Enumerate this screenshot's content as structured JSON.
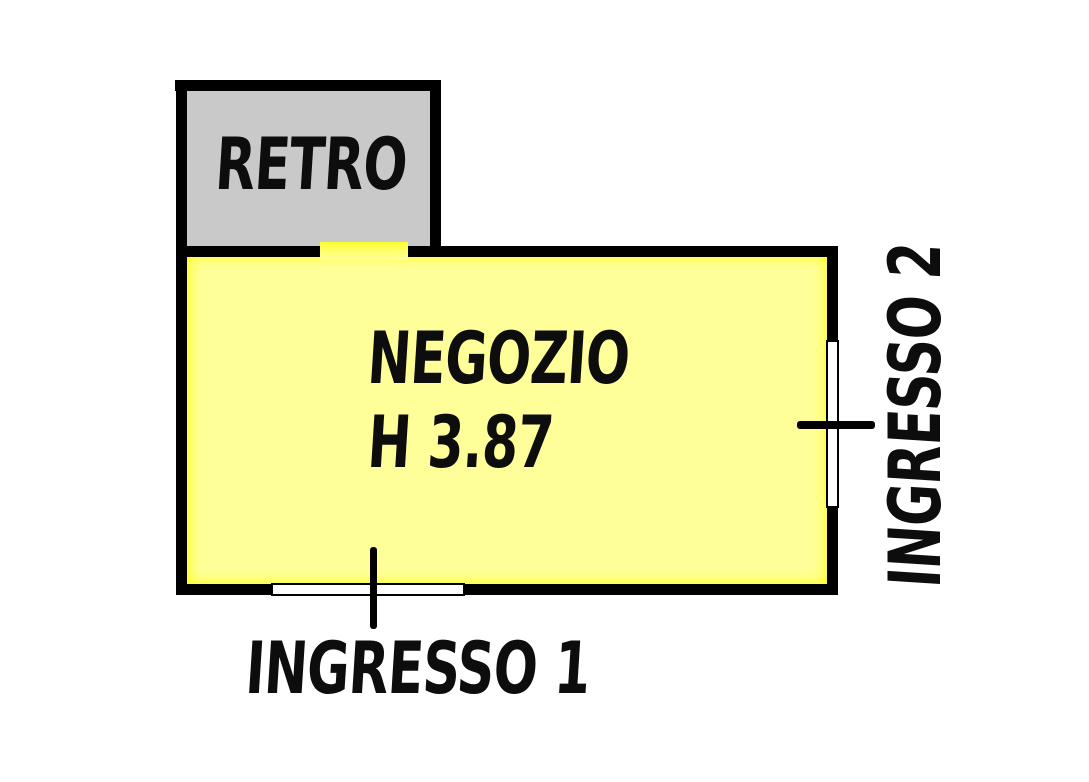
{
  "plan": {
    "type": "floor-plan",
    "rooms": [
      {
        "id": "retro",
        "label": "RETRO",
        "fill_color": "#c9c9c9"
      },
      {
        "id": "negozio",
        "label": "NEGOZIO",
        "height_label": "H 3.87",
        "fill_color": "#ffff99",
        "edge_glow_color": "#ffff00"
      }
    ],
    "entrances": [
      {
        "id": "ingresso1",
        "label": "INGRESSO 1",
        "wall": "bottom"
      },
      {
        "id": "ingresso2",
        "label": "INGRESSO 2",
        "wall": "right"
      }
    ],
    "colors": {
      "wall": "#000000",
      "background": "#ffffff",
      "text": "#0d0d0d"
    }
  }
}
